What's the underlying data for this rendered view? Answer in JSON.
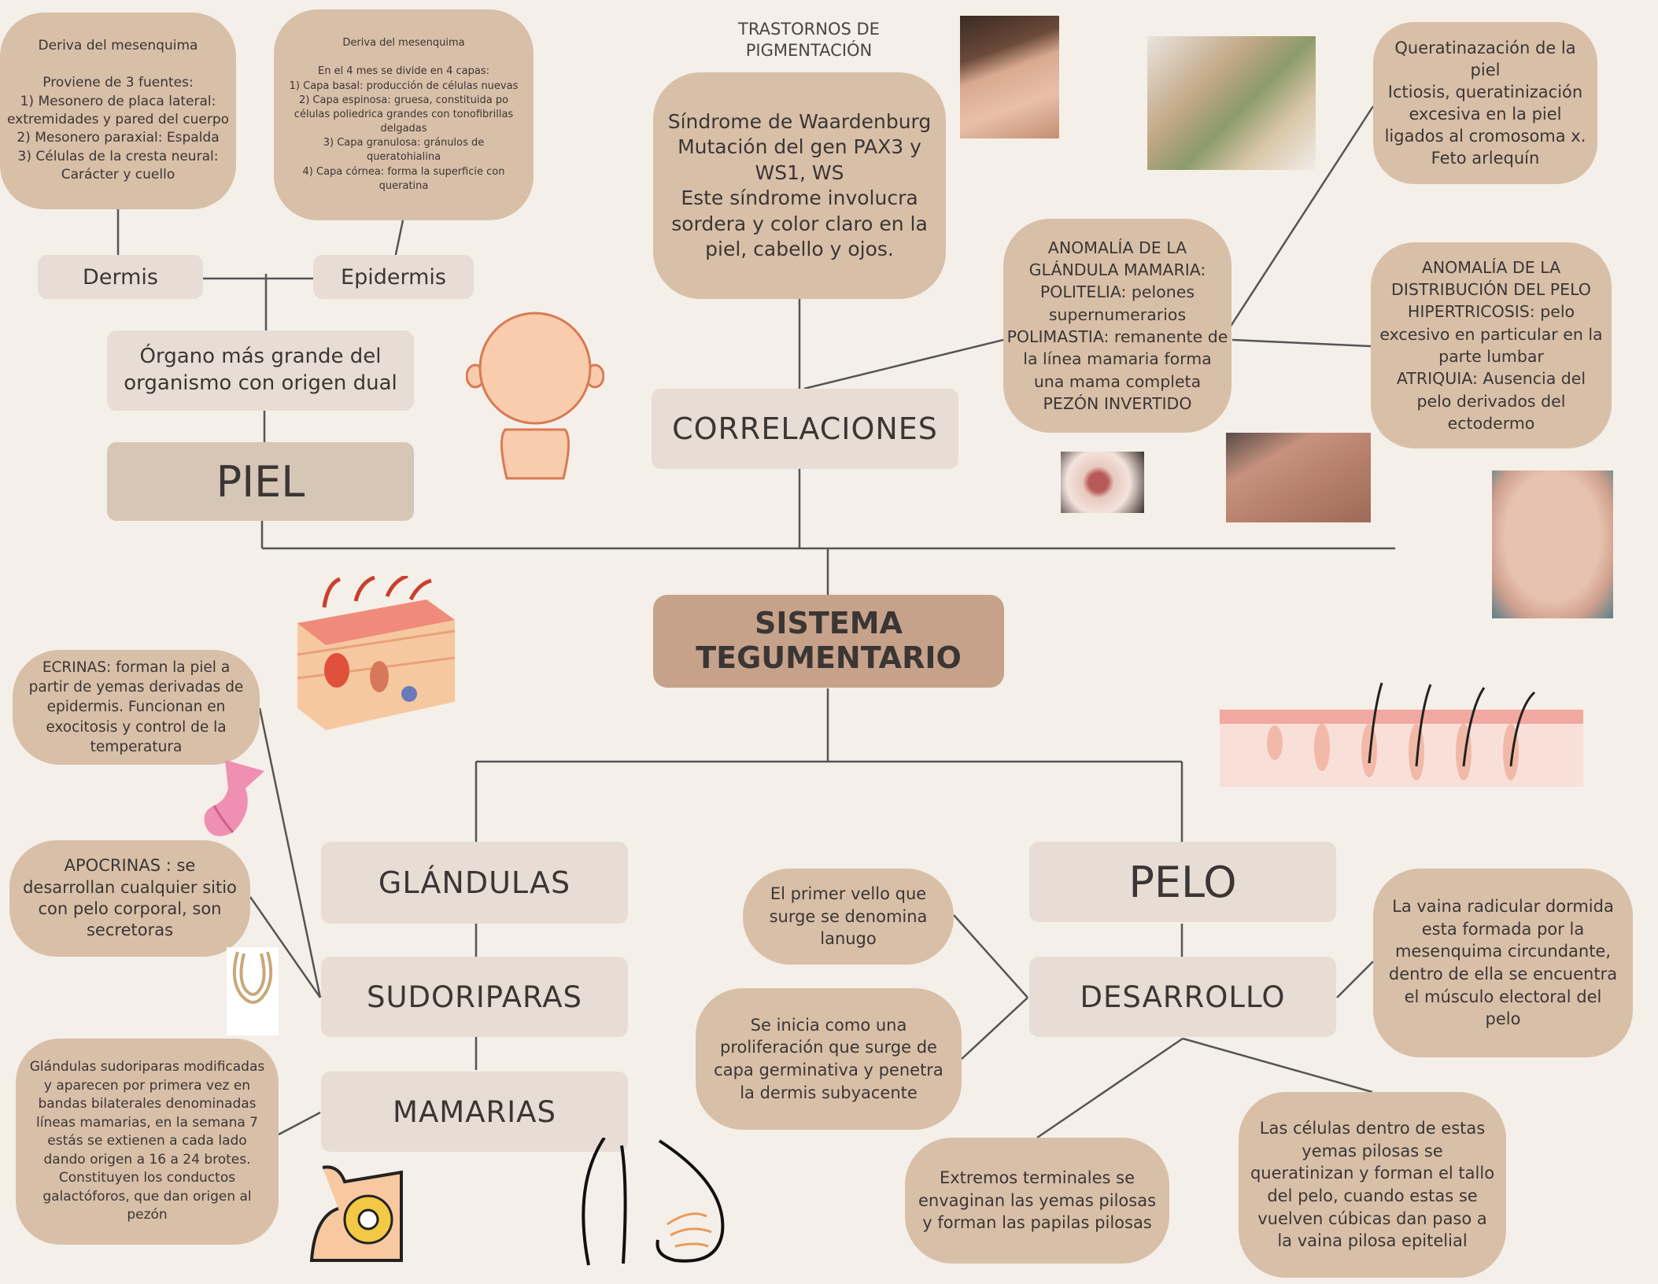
{
  "center": "SISTEMA\nTEGUMENTARIO",
  "piel": {
    "title": "PIEL",
    "organ": "Órgano más grande del\norganismo con origen dual",
    "dermis": "Dermis",
    "epidermis": "Epidermis",
    "dermis_note": "Deriva del mesenquima\n\nProviene de 3 fuentes:\n1) Mesonero de placa lateral: extremidades y pared del cuerpo\n2) Mesonero paraxial: Espalda\n3) Células de la cresta neural: Carácter y cuello",
    "epidermis_note": "Deriva del mesenquima\n\nEn el 4 mes se divide en 4 capas:\n1) Capa basal: producción de células nuevas\n2) Capa espinosa: gruesa, constituida po células poliedrica grandes con tonofibrillas delgadas\n3) Capa granulosa: gránulos de queratohialina\n4) Capa córnea: forma la superficie con queratina"
  },
  "correlaciones": {
    "title": "CORRELACIONES",
    "pigment_heading": "TRASTORNOS DE\nPIGMENTACIÓN",
    "waardenburg": "Síndrome de Waardenburg\nMutación del gen PAX3 y WS1, WS\nEste síndrome involucra sordera y color claro en la piel, cabello y ojos.",
    "mamaria": "ANOMALÍA DE LA\nGLÁNDULA MAMARIA:\nPOLITELIA: pelones supernumerarios\nPOLIMASTIA: remanente de la línea mamaria forma una mama completa\nPEZÓN INVERTIDO",
    "queratinizacion": "Queratinazación de la piel\nIctiosis, queratinización excesiva en la piel ligados al cromosoma x.\nFeto arlequín",
    "pelo_anomalia": "ANOMALÍA DE LA\nDISTRIBUCIÓN DEL PELO\nHIPERTRICOSIS: pelo excesivo en particular en la parte lumbar\nATRIQUIA: Ausencia del pelo derivados del ectodermo"
  },
  "glandulas": {
    "title": "GLÁNDULAS",
    "sudoriparas": "SUDORIPARAS",
    "mamarias": "MAMARIAS",
    "ecrinas": "ECRINAS: forman la piel a partir de yemas derivadas de epidermis. Funcionan en exocitosis y control de la temperatura",
    "apocrinas": "APOCRINAS : se desarrollan cualquier sitio con pelo corporal, son secretoras",
    "mamarias_note": "Glándulas sudoriparas modificadas y aparecen por primera vez en bandas bilaterales denominadas líneas mamarias, en la semana 7 estás se extienen a cada lado dando origen a 16 a 24 brotes. Constituyen los conductos galactóforos, que dan origen al pezón"
  },
  "pelo": {
    "title": "PELO",
    "desarrollo": "DESARROLLO",
    "lanugo": "El primer vello que surge se denomina lanugo",
    "proliferacion": "Se inicia como una proliferación que surge de capa germinativa y penetra la dermis subyacente",
    "extremos": "Extremos terminales se envaginan las yemas pilosas y forman las papilas pilosas",
    "celulas": "Las células dentro de estas yemas pilosas se queratinizan y forman el tallo del pelo, cuando estas se vuelven cúbicas dan paso a la vaina pilosa epitelial",
    "vaina": "La vaina radicular dormida esta formada por la mesenquima circundante, dentro de ella se encuentra el músculo electoral del pelo"
  },
  "colors": {
    "bubble": "#d8bfa8",
    "box": "#e7ddd4",
    "center": "#c7a28b",
    "line": "#555555",
    "background": "#f5efe9"
  }
}
